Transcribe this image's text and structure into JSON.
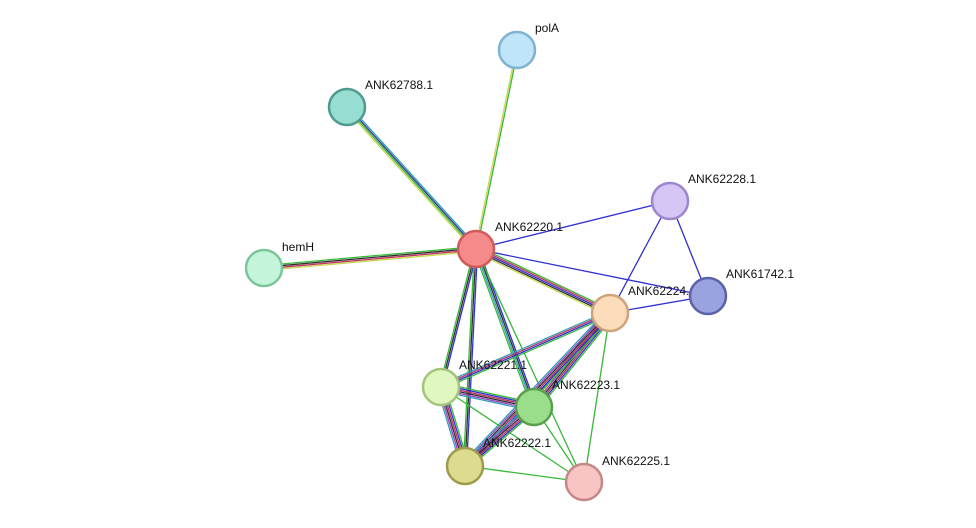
{
  "network": {
    "nodes": [
      {
        "id": "ANK62220.1",
        "label": "ANK62220.1",
        "fill": "#f48a8a",
        "stroke": "#cf5a5a"
      },
      {
        "id": "polA",
        "label": "polA",
        "fill": "#c0e4f8",
        "stroke": "#7fb3d2"
      },
      {
        "id": "ANK62788.1",
        "label": "ANK62788.1",
        "fill": "#96ded2",
        "stroke": "#4f9a8e"
      },
      {
        "id": "hemH",
        "label": "hemH",
        "fill": "#c4f5db",
        "stroke": "#7dc59d"
      },
      {
        "id": "ANK62228.1",
        "label": "ANK62228.1",
        "fill": "#d6c6f6",
        "stroke": "#9d86cf"
      },
      {
        "id": "ANK61742.1",
        "label": "ANK61742.1",
        "fill": "#9aa2e0",
        "stroke": "#5a62a8"
      },
      {
        "id": "ANK62224",
        "label": "ANK62224.",
        "fill": "#fddcbc",
        "stroke": "#cea27a"
      },
      {
        "id": "ANK62221.1",
        "label": "ANK62221.1",
        "fill": "#e0f8c0",
        "stroke": "#a4c47e"
      },
      {
        "id": "ANK62223.1",
        "label": "ANK62223.1",
        "fill": "#9ade8c",
        "stroke": "#5a9e4c"
      },
      {
        "id": "ANK62222.1",
        "label": "ANK62222.1",
        "fill": "#dddc8e",
        "stroke": "#9e9c4a"
      },
      {
        "id": "ANK62225.1",
        "label": "ANK62225.1",
        "fill": "#f8c4c4",
        "stroke": "#c48888"
      }
    ],
    "edges": [
      {
        "a": "ANK62220.1",
        "b": "polA",
        "colors": [
          "#c8d850",
          "#38b838"
        ]
      },
      {
        "a": "ANK62220.1",
        "b": "ANK62788.1",
        "colors": [
          "#c8d850",
          "#38b838",
          "#303090",
          "#30a0b8"
        ]
      },
      {
        "a": "ANK62220.1",
        "b": "hemH",
        "colors": [
          "#c8d850",
          "#c03060",
          "#303030",
          "#38b838"
        ]
      },
      {
        "a": "ANK62220.1",
        "b": "ANK62228.1",
        "colors": [
          "#3030d0"
        ]
      },
      {
        "a": "ANK62220.1",
        "b": "ANK61742.1",
        "colors": [
          "#3030d0"
        ]
      },
      {
        "a": "ANK62220.1",
        "b": "ANK62224",
        "colors": [
          "#38b838",
          "#c03060",
          "#3030d0",
          "#303030",
          "#c8d850"
        ]
      },
      {
        "a": "ANK62220.1",
        "b": "ANK62221.1",
        "colors": [
          "#3030d0",
          "#303030",
          "#38b838"
        ]
      },
      {
        "a": "ANK62220.1",
        "b": "ANK62223.1",
        "colors": [
          "#3030d0",
          "#303030",
          "#30a0b8",
          "#38b838"
        ]
      },
      {
        "a": "ANK62220.1",
        "b": "ANK62222.1",
        "colors": [
          "#3030d0",
          "#303030",
          "#38b838"
        ]
      },
      {
        "a": "ANK62220.1",
        "b": "ANK62225.1",
        "colors": [
          "#38b838"
        ]
      },
      {
        "a": "ANK62228.1",
        "b": "ANK61742.1",
        "colors": [
          "#3030d0"
        ]
      },
      {
        "a": "ANK62228.1",
        "b": "ANK62224",
        "colors": [
          "#3030d0"
        ]
      },
      {
        "a": "ANK62224",
        "b": "ANK61742.1",
        "colors": [
          "#3030d0"
        ]
      },
      {
        "a": "ANK62224",
        "b": "ANK62221.1",
        "colors": [
          "#38b838",
          "#3030d0",
          "#c03060",
          "#30a0b8"
        ]
      },
      {
        "a": "ANK62224",
        "b": "ANK62223.1",
        "colors": [
          "#38b838",
          "#3030d0",
          "#c03060",
          "#303030",
          "#a040c0",
          "#c8d850",
          "#30a0b8"
        ]
      },
      {
        "a": "ANK62224",
        "b": "ANK62222.1",
        "colors": [
          "#38b838",
          "#3030d0",
          "#c03060",
          "#303030",
          "#a040c0",
          "#30a0b8"
        ]
      },
      {
        "a": "ANK62224",
        "b": "ANK62225.1",
        "colors": [
          "#38b838"
        ]
      },
      {
        "a": "ANK62221.1",
        "b": "ANK62223.1",
        "colors": [
          "#38b838",
          "#3030d0",
          "#c03060",
          "#303030",
          "#a040c0",
          "#30a0b8"
        ]
      },
      {
        "a": "ANK62221.1",
        "b": "ANK62222.1",
        "colors": [
          "#38b838",
          "#3030d0",
          "#c03060",
          "#303030",
          "#a040c0",
          "#30a0b8"
        ]
      },
      {
        "a": "ANK62221.1",
        "b": "ANK62225.1",
        "colors": [
          "#38b838"
        ]
      },
      {
        "a": "ANK62223.1",
        "b": "ANK62222.1",
        "colors": [
          "#38b838",
          "#3030d0",
          "#c03060",
          "#303030",
          "#a040c0",
          "#30a0b8"
        ]
      },
      {
        "a": "ANK62223.1",
        "b": "ANK62225.1",
        "colors": [
          "#38b838"
        ]
      },
      {
        "a": "ANK62222.1",
        "b": "ANK62225.1",
        "colors": [
          "#38b838"
        ]
      }
    ]
  }
}
